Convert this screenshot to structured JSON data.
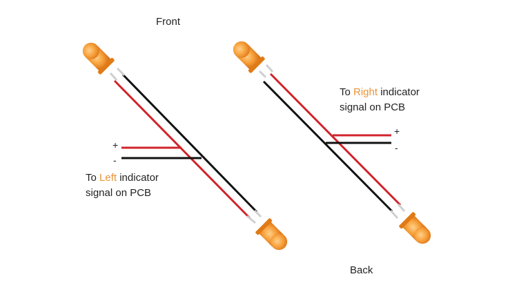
{
  "labels": {
    "front": "Front",
    "back": "Back"
  },
  "left_note": {
    "prefix": "To ",
    "highlight": "Left",
    "suffix": " indicator",
    "line2": "signal on PCB"
  },
  "right_note": {
    "prefix": "To ",
    "highlight": "Right",
    "suffix": " indicator",
    "line2": "signal on PCB"
  },
  "polarity": {
    "plus": "+",
    "minus": "-"
  },
  "colors": {
    "led_body": "#f7a03a",
    "led_dark": "#e07a14",
    "wire_positive": "#d0232a",
    "wire_negative": "#111111",
    "highlight_text": "#e8943a"
  }
}
